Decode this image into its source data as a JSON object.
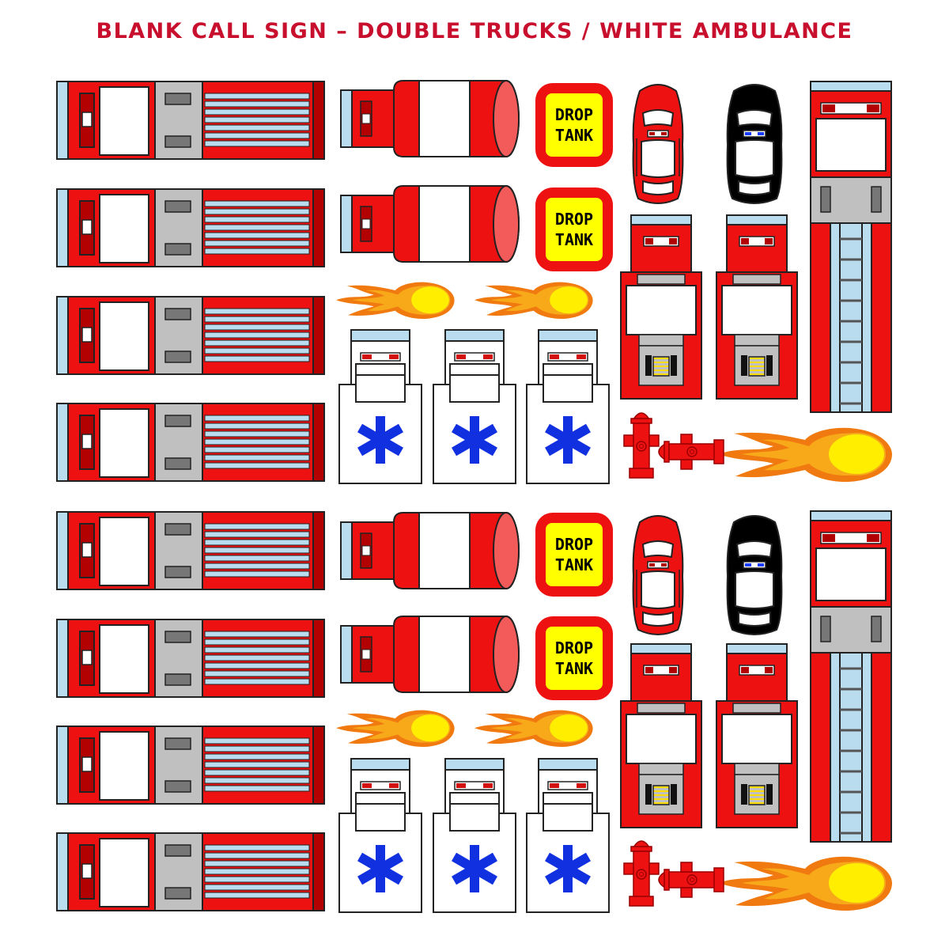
{
  "sheet": {
    "title": "BLANK CALL SIGN – DOUBLE TRUCKS / WHITE AMBULANCE",
    "title_color": "#c8102e"
  },
  "colors": {
    "truck_red": "#ee1111",
    "dark_red": "#b30000",
    "outline": "#222222",
    "light_blue": "#b9dcef",
    "gray": "#c0c0c0",
    "dark_gray": "#777777",
    "tank_yellow": "#ffff00",
    "ambulance_star": "#1130e0",
    "police_black": "#000000",
    "flame_yellow": "#ffee00",
    "flame_orange": "#f07a10"
  },
  "drop_tank": {
    "line1": "DROP",
    "line2": "TANK"
  },
  "icons": {
    "engine_side": "fire-engine-side-icon",
    "tanker": "water-tanker-icon",
    "drop_tank": "drop-tank-icon",
    "chief_car": "red-chief-car-icon",
    "police_car": "police-car-icon",
    "engine_top": "fire-engine-top-icon",
    "ladder_truck": "ladder-truck-icon",
    "ambulance": "ambulance-icon",
    "hydrant": "fire-hydrant-icon",
    "fireball": "fireball-icon"
  }
}
